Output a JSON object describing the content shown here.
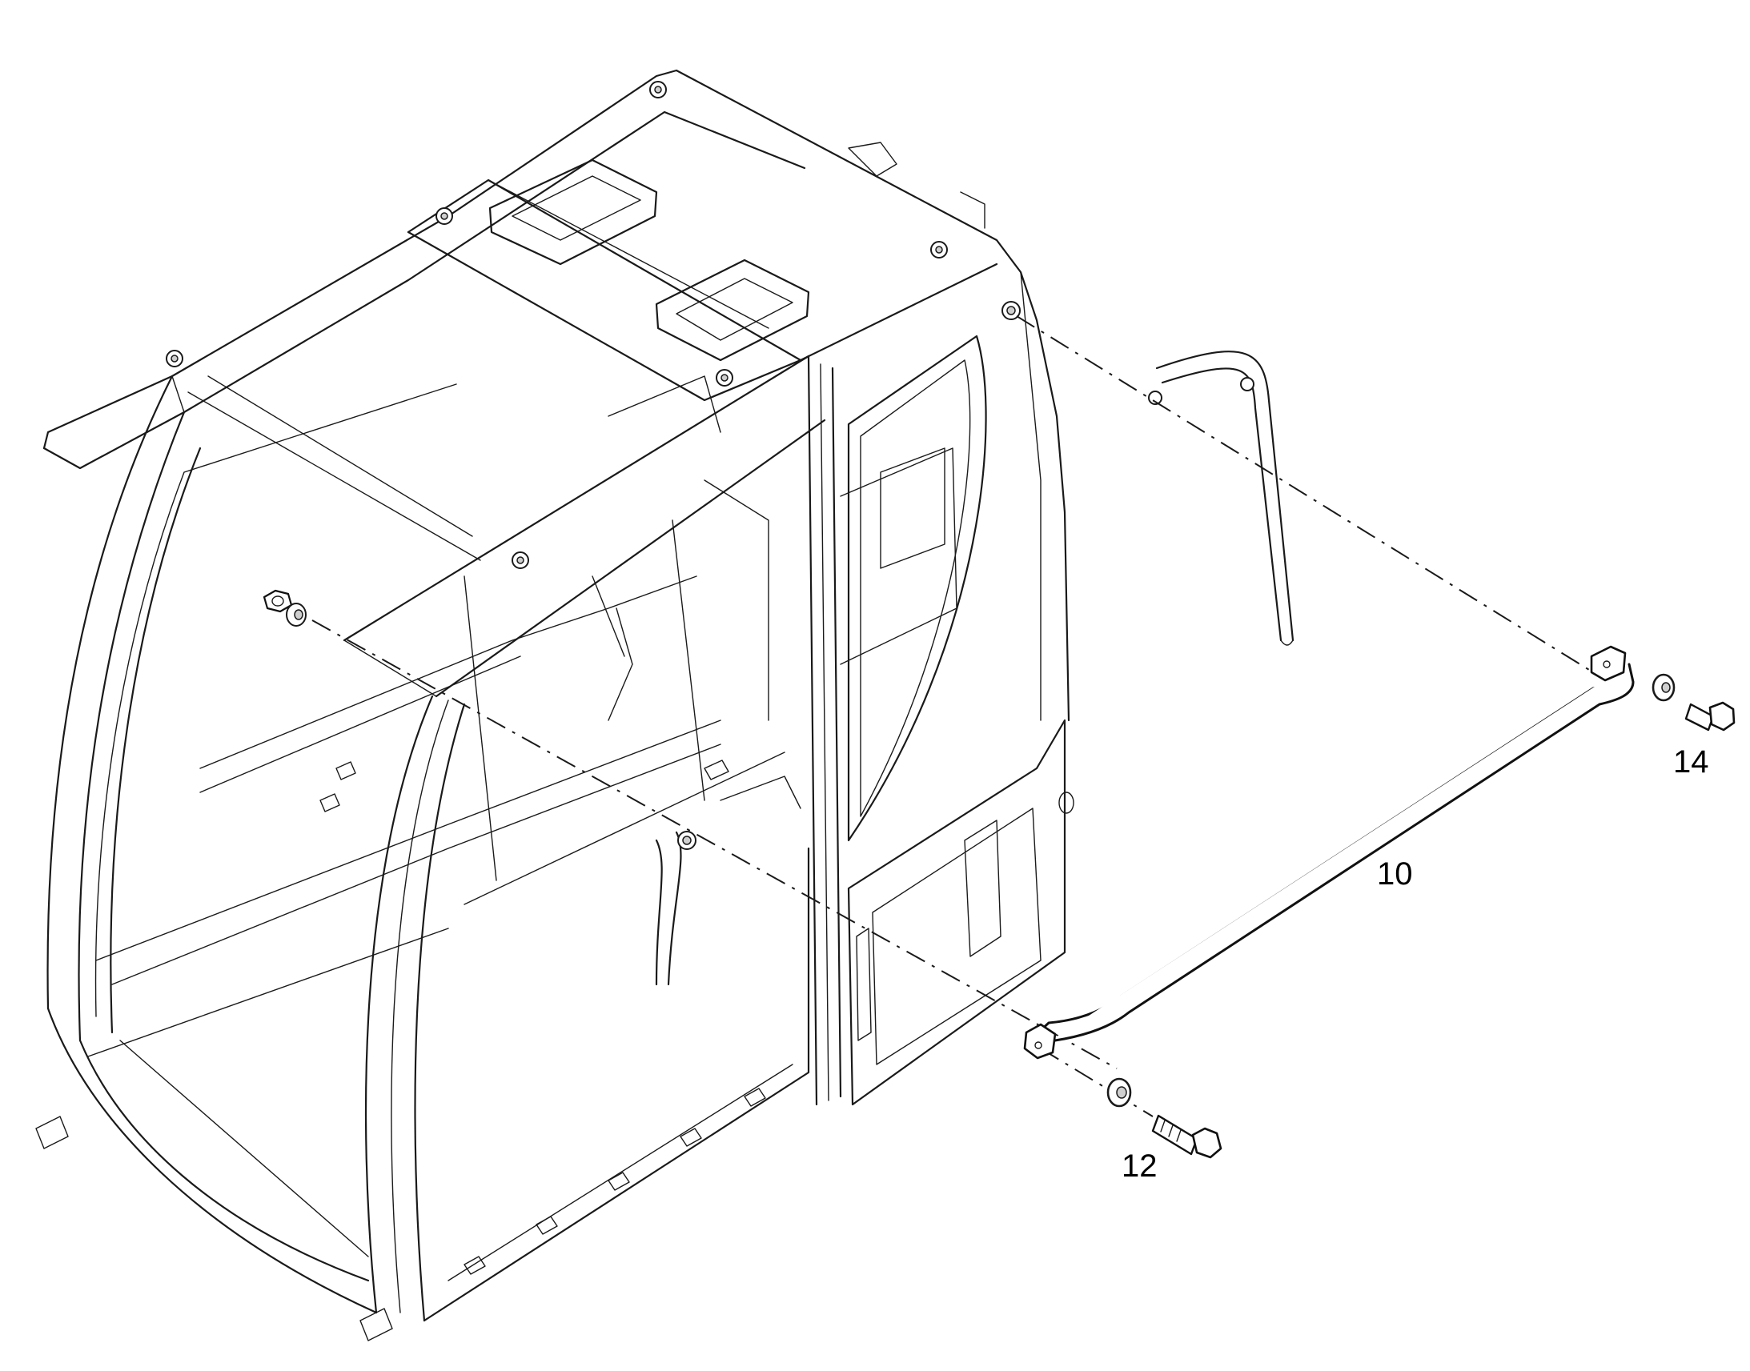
{
  "callouts": {
    "rod": "10",
    "bolt_lower": "12",
    "bolt_upper": "14"
  },
  "colors": {
    "line": "#1a1a1a",
    "background": "#ffffff"
  }
}
